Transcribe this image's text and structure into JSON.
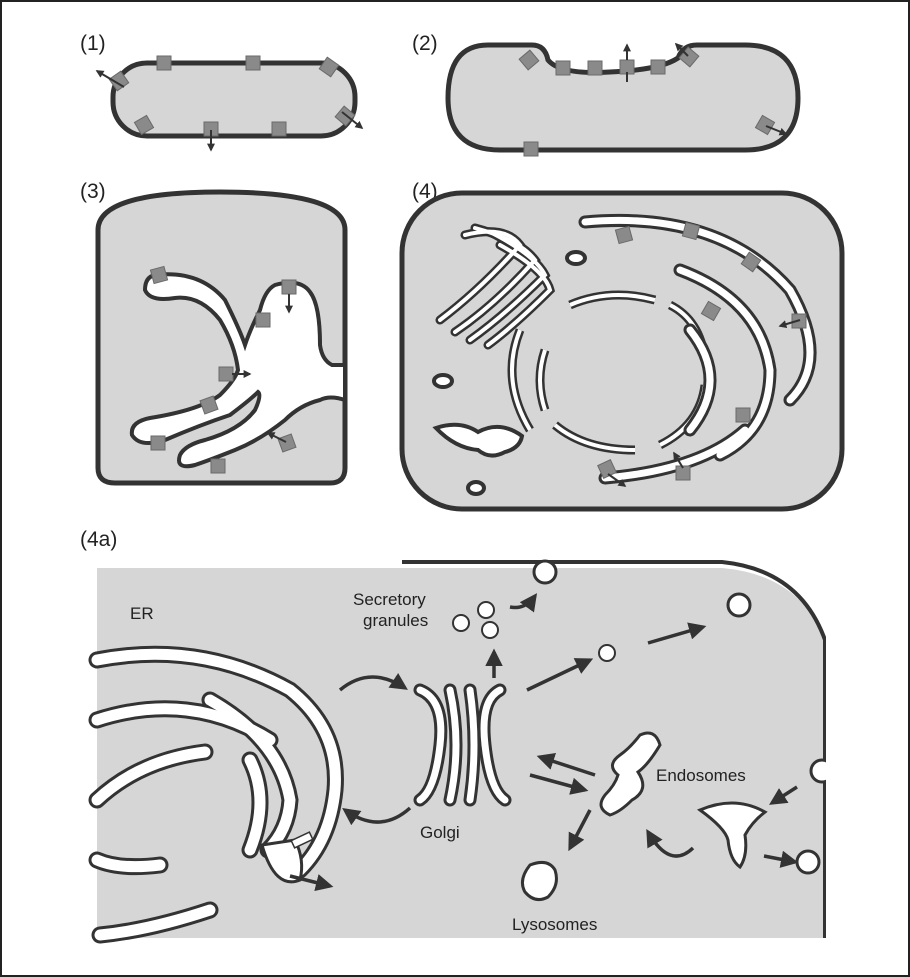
{
  "panels": {
    "p1": "(1)",
    "p2": "(2)",
    "p3": "(3)",
    "p4": "(4)",
    "p4a": "(4a)"
  },
  "labels": {
    "er": "ER",
    "secretory_1": "Secretory",
    "secretory_2": "granules",
    "golgi": "Golgi",
    "endosomes": "Endosomes",
    "lysosomes": "Lysosomes"
  },
  "colors": {
    "cytoplasm": "#d6d6d6",
    "membrane": "#333333",
    "protein": "#8a8a8a",
    "lumen": "#ffffff"
  }
}
